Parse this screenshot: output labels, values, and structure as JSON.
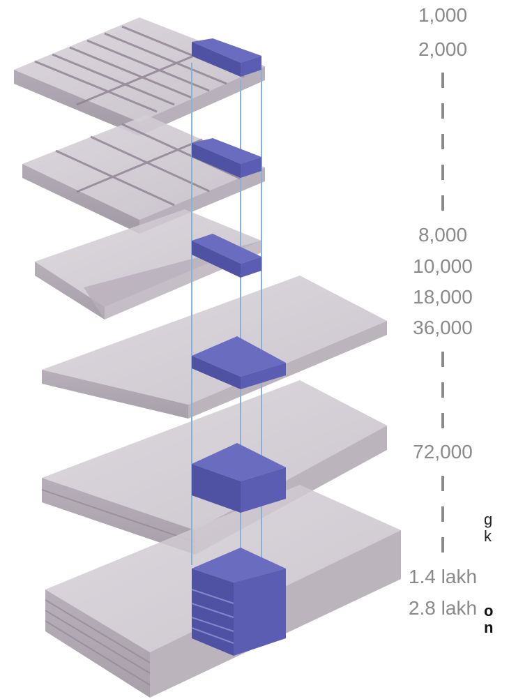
{
  "scale": {
    "labels": [
      "1,000",
      "2,000",
      "8,000",
      "10,000",
      "18,000",
      "36,000",
      "72,000",
      "1.4 lakh",
      "2.8 lakh"
    ]
  },
  "side_text": {
    "line1": "g",
    "line2": "k",
    "line3": "o",
    "line4": "n"
  },
  "colors": {
    "slab_fill": "#b9b0ba",
    "slab_edge": "#9a8f9c",
    "cube_top": "#6a6cc0",
    "cube_side": "#4f51a3",
    "guide_line": "#8ab0d6",
    "label_text": "#8a8a8a"
  }
}
